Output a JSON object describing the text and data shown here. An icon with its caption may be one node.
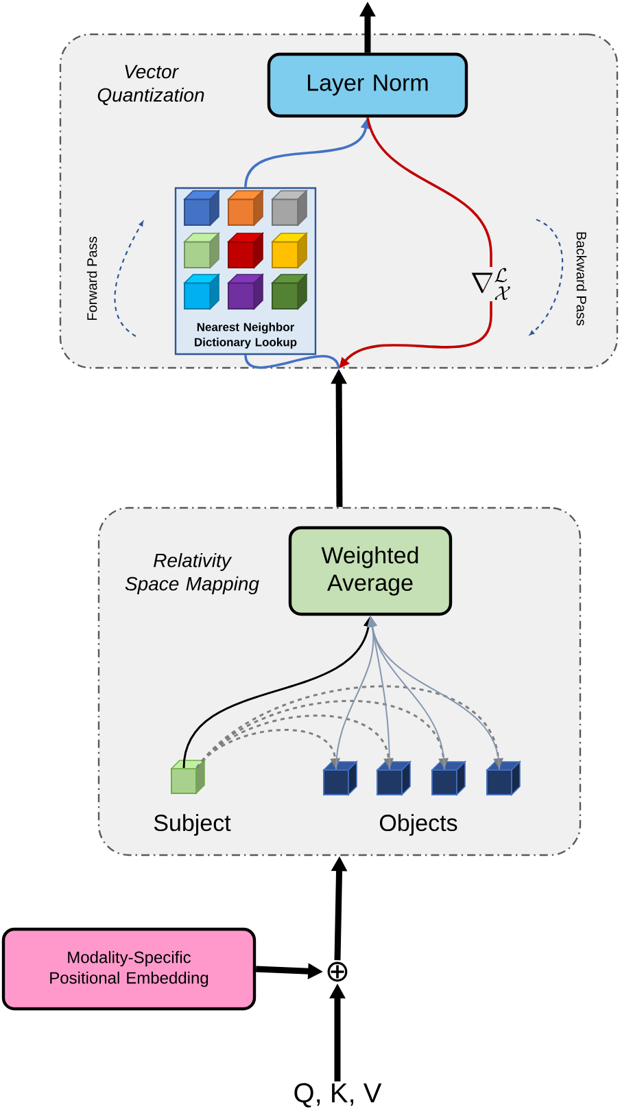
{
  "diagram": {
    "nodes": [
      {
        "text": [
          "Vector Quantization"
        ]
      },
      {
        "text": [
          "Layer Norm"
        ],
        "in": 0
      },
      {
        "text": [
          "Nearest Neighbor Dictionary Lookup"
        ],
        "in": 0
      },
      {
        "text": [
          "Relativity Space Mapping"
        ]
      },
      {
        "text": [
          "Weighted Average"
        ],
        "in": 3
      },
      {
        "text": [],
        "shape": "cube",
        "in": 3,
        "beside": [
          "Subject"
        ]
      },
      {
        "text": [],
        "shape": "cube",
        "in": 3
      },
      {
        "text": [],
        "shape": "cube",
        "in": 3
      },
      {
        "text": [],
        "shape": "cube",
        "in": 3
      },
      {
        "text": [],
        "shape": "cube",
        "in": 3
      },
      {
        "text": [
          "Modality-Specific Positional Embedding"
        ]
      },
      {
        "text": [
          "⊕"
        ]
      },
      {
        "text": [
          "Q, K, V"
        ]
      }
    ],
    "edges": [
      {
        "from": 1,
        "to": null,
        "arrow": "to",
        "style": "thick"
      },
      {
        "from": 2,
        "to": 1,
        "arrow": "to",
        "color": "#4472c4"
      },
      {
        "from": 1,
        "to": 0,
        "arrow": "to",
        "color": "#c00000",
        "label": "\\nabla_{\\mathcal{X}}^{\\mathcal{L}}"
      },
      {
        "from": 2,
        "to": 0,
        "arrow": "none",
        "color": "#4472c4"
      },
      {
        "from": 3,
        "to": 0,
        "arrow": "to",
        "style": "thick"
      },
      {
        "from": 5,
        "to": 4,
        "arrow": "to"
      },
      {
        "from": 5,
        "to": 6,
        "arrow": "to",
        "style": "dashed",
        "color": "#7f7f7f"
      },
      {
        "from": 5,
        "to": 7,
        "arrow": "to",
        "style": "dashed",
        "color": "#7f7f7f"
      },
      {
        "from": 5,
        "to": 8,
        "arrow": "to",
        "style": "dashed",
        "color": "#7f7f7f"
      },
      {
        "from": 5,
        "to": 9,
        "arrow": "to",
        "style": "dashed",
        "color": "#7f7f7f"
      },
      {
        "from": 6,
        "to": 4,
        "arrow": "to",
        "color": "#8497b0"
      },
      {
        "from": 7,
        "to": 4,
        "arrow": "to",
        "color": "#8497b0"
      },
      {
        "from": 8,
        "to": 4,
        "arrow": "to",
        "color": "#8497b0"
      },
      {
        "from": 9,
        "to": 4,
        "arrow": "to",
        "color": "#8497b0"
      },
      {
        "from": 10,
        "to": 11,
        "arrow": "to",
        "style": "thick"
      },
      {
        "from": 12,
        "to": 11,
        "arrow": "to",
        "style": "thick"
      },
      {
        "from": 11,
        "to": 3,
        "arrow": "to",
        "style": "thick"
      }
    ],
    "labels": [
      "Forward Pass",
      "Backward Pass",
      "Objects"
    ]
  }
}
